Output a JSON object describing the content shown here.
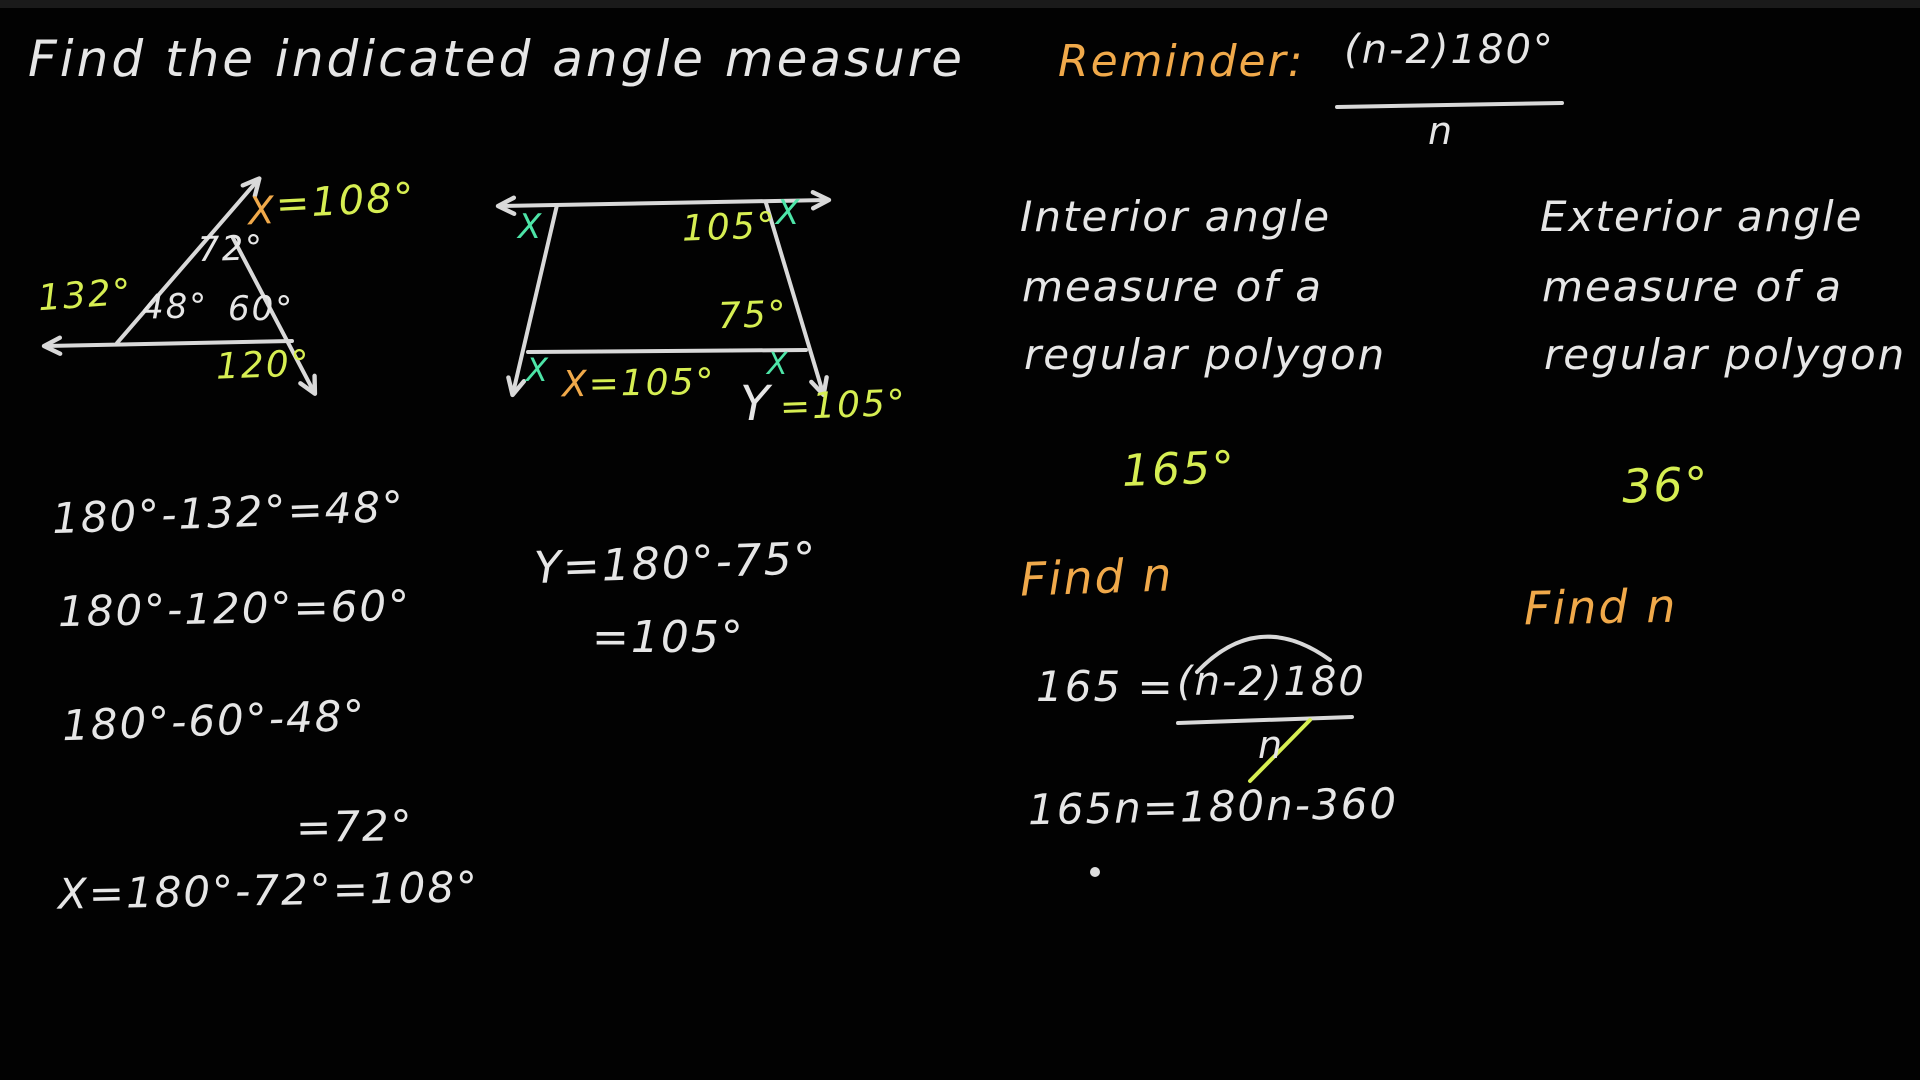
{
  "colors": {
    "background": "#020202",
    "chalk_white": "#e6e6e6",
    "value_green": "#d6ee52",
    "label_orange": "#f0a94a",
    "mark_teal": "#4de4a7"
  },
  "title": "Find the indicated angle measure",
  "reminder": {
    "label": "Reminder:",
    "numerator": "(n-2)180°",
    "denominator": "n"
  },
  "triangle": {
    "ext_left": "132°",
    "int_left": "48°",
    "int_top": "72°",
    "int_right": "60°",
    "ext_bottom": "120°",
    "x_var": "X",
    "x_val": "=108°",
    "work": [
      "180°-132°=48°",
      "180°-120°=60°",
      "180°-60°-48°",
      "=72°",
      "X=180°-72°=108°"
    ]
  },
  "trapezoid": {
    "x_top_left": "X",
    "angle_top": "105°",
    "x_top_right": "X",
    "angle_right": "75°",
    "x_bottom_left": "X",
    "x_var": "X",
    "x_val": "=105°",
    "x_bottom_right": "X",
    "y_var": "Y",
    "y_val": "=105°",
    "work_line1": "Y=180°-75°",
    "work_line2": "=105°"
  },
  "interior": {
    "heading": [
      "Interior angle",
      "measure of a",
      "regular polygon"
    ],
    "value": "165°",
    "find_label": "Find n",
    "eq1_lhs": "165 =",
    "eq1_numerator": "(n-2)180",
    "eq1_denominator": "n",
    "eq2": "165n=180n-360"
  },
  "exterior": {
    "heading": [
      "Exterior angle",
      "measure of a",
      "regular polygon"
    ],
    "value": "36°",
    "find_label": "Find n"
  }
}
